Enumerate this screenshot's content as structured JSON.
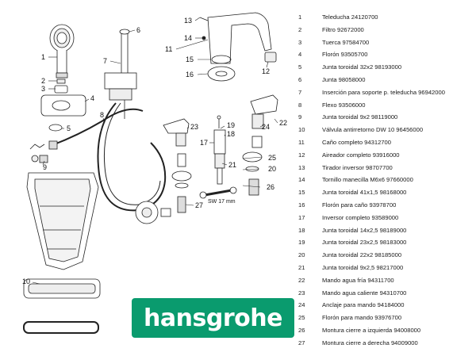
{
  "brand": {
    "logo_text": "hansgrohe",
    "logo_color": "#0a9b6e"
  },
  "callouts": [
    "1",
    "2",
    "3",
    "4",
    "5",
    "6",
    "7",
    "8",
    "9",
    "10",
    "11",
    "12",
    "13",
    "14",
    "15",
    "16",
    "17",
    "18",
    "19",
    "20",
    "21",
    "22",
    "23",
    "24",
    "25",
    "26",
    "27"
  ],
  "tool_label": "SW 17 mm",
  "parts": [
    {
      "num": "1",
      "name": "Teleducha 24120700"
    },
    {
      "num": "2",
      "name": "Filtro  92672000"
    },
    {
      "num": "3",
      "name": "Tuerca  97584700"
    },
    {
      "num": "4",
      "name": "Florón  93505700"
    },
    {
      "num": "5",
      "name": "Junta toroidal 32x2  98193000"
    },
    {
      "num": "6",
      "name": "Junta  98058000"
    },
    {
      "num": "7",
      "name": "Inserción para soporte p. teleducha  96942000"
    },
    {
      "num": "8",
      "name": "Flexo  93506000"
    },
    {
      "num": "9",
      "name": "Junta toroidal 9x2  98119000"
    },
    {
      "num": "10",
      "name": "Válvula antirretorno DW 10  96456000"
    },
    {
      "num": "11",
      "name": "Caño completo  94312700"
    },
    {
      "num": "12",
      "name": "Aireador completo  93916000"
    },
    {
      "num": "13",
      "name": "Tirador inversor  98707700"
    },
    {
      "num": "14",
      "name": "Tornillo manecilla M6x6  97660000"
    },
    {
      "num": "15",
      "name": "Junta toroidal 41x1,5  98168000"
    },
    {
      "num": "16",
      "name": "Florón para caño  93978700"
    },
    {
      "num": "17",
      "name": "Inversor completo  93589000"
    },
    {
      "num": "18",
      "name": "Junta toroidal 14x2,5  98189000"
    },
    {
      "num": "19",
      "name": "Junta toroidal 23x2,5  98183000"
    },
    {
      "num": "20",
      "name": "Junta toroidal 22x2  98185000"
    },
    {
      "num": "21",
      "name": "Junta toroidal 9x2,5  98217000"
    },
    {
      "num": "22",
      "name": "Mando agua fría  94311700"
    },
    {
      "num": "23",
      "name": "Mando agua caliente  94310700"
    },
    {
      "num": "24",
      "name": "Anclaje para mando  94184000"
    },
    {
      "num": "25",
      "name": "Florón para mando  93976700"
    },
    {
      "num": "26",
      "name": "Montura cierre a izquierda  94008000"
    },
    {
      "num": "27",
      "name": "Montura cierre a derecha  94009000"
    }
  ]
}
